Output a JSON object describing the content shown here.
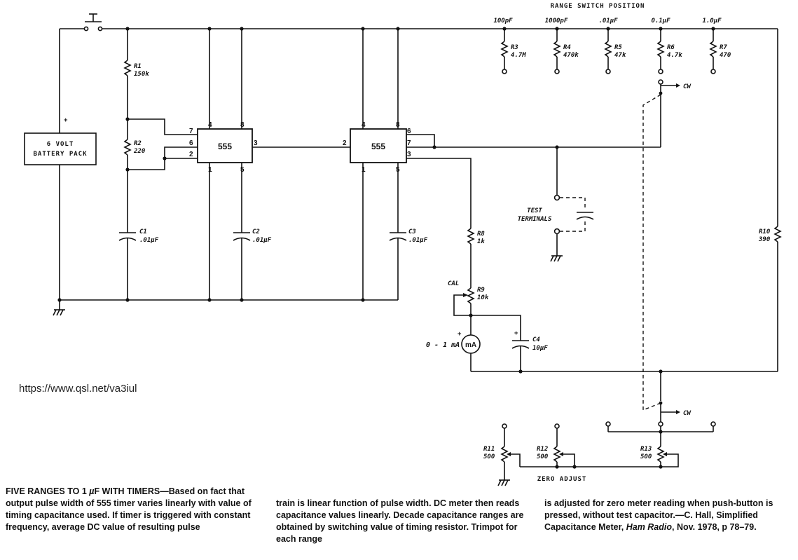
{
  "header": {
    "range_switch_title": "RANGE SWITCH POSITION"
  },
  "range_positions": [
    "100pF",
    "1000pF",
    ".01µF",
    "0.1µF",
    "1.0µF"
  ],
  "components": {
    "r1": {
      "name": "R1",
      "value": "150k"
    },
    "r2": {
      "name": "R2",
      "value": "220"
    },
    "r3": {
      "name": "R3",
      "value": "4.7M"
    },
    "r4": {
      "name": "R4",
      "value": "470k"
    },
    "r5": {
      "name": "R5",
      "value": "47k"
    },
    "r6": {
      "name": "R6",
      "value": "4.7k"
    },
    "r7": {
      "name": "R7",
      "value": "470"
    },
    "r8": {
      "name": "R8",
      "value": "1k"
    },
    "r9": {
      "name": "R9",
      "value": "10k"
    },
    "r10": {
      "name": "R10",
      "value": "390"
    },
    "r11": {
      "name": "R11",
      "value": "500"
    },
    "r12": {
      "name": "R12",
      "value": "500"
    },
    "r13": {
      "name": "R13",
      "value": "500"
    },
    "c1": {
      "name": "C1",
      "value": ".01µF"
    },
    "c2": {
      "name": "C2",
      "value": ".01µF"
    },
    "c3": {
      "name": "C3",
      "value": ".01µF"
    },
    "c4": {
      "name": "C4",
      "value": "10µF"
    },
    "ic1": "555",
    "ic2": "555",
    "battery_line1": "6 VOLT",
    "battery_line2": "BATTERY PACK",
    "battery_plus": "+",
    "meter_symbol": "mA",
    "meter_label": "0 - 1 mA",
    "meter_plus": "+",
    "c4_plus": "+",
    "cal": "CAL",
    "test_terminals_1": "TEST",
    "test_terminals_2": "TERMINALS",
    "cw_top": "CW",
    "cw_bottom": "CW",
    "zero_adjust": "ZERO ADJUST"
  },
  "pins": {
    "ic1": {
      "p7": "7",
      "p6": "6",
      "p2": "2",
      "p4": "4",
      "p8": "8",
      "p3": "3",
      "p1": "1",
      "p5": "5"
    },
    "ic2": {
      "p2": "2",
      "p4": "4",
      "p8": "8",
      "p6": "6",
      "p7": "7",
      "p3": "3",
      "p1": "1",
      "p5": "5"
    }
  },
  "source_url": "https://www.qsl.net/va3iul",
  "caption": {
    "col1": {
      "pre": "FIVE RANGES TO 1 ",
      "mu": "µ",
      "post": "F WITH TIMERS—Based on fact that output pulse width of 555 timer varies linearly with value of timing capacitance used. If timer is triggered with constant frequency, average DC value of resulting pulse"
    },
    "col2": "train is linear function of pulse width. DC meter then reads capacitance values linearly. Decade capacitance ranges are obtained by switching value of timing resistor. Trimpot for each range",
    "col3": {
      "pre": "is adjusted for zero meter reading when push-button is pressed, without test capacitor.—C. Hall, Simplified Capacitance Meter, ",
      "journal": "Ham Radio",
      "post": ", Nov. 1978, p 78–79."
    }
  }
}
